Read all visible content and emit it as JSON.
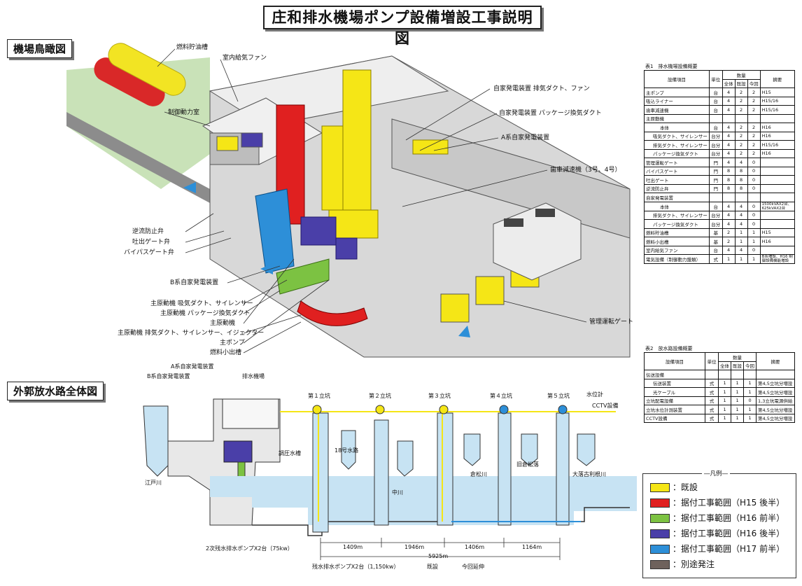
{
  "title": "庄和排水機場ポンプ設備増設工事説明図",
  "sections": {
    "birdseye": "機場鳥瞰図",
    "outfall": "外郭放水路全体図"
  },
  "birdseye_labels": {
    "fuel_tank": "燃料貯油槽",
    "vent_fan": "室内給気ファン",
    "control_room": "制御動力室",
    "gen_exhaust": "自家発電装置 排気ダクト、ファン",
    "gen_package": "自家発電装置 パッケージ換気ダクト",
    "gen_a": "A系自家発電装置",
    "reducer": "歯車減速機（3号、4号）",
    "check_valve": "逆流防止弁",
    "discharge_gate": "吐出ゲート弁",
    "bypass_gate": "バイパスゲート弁",
    "gen_b": "B系自家発電装置",
    "engine_intake": "主原動機 吸気ダクト、サイレンサー",
    "engine_package": "主原動機 パッケージ換気ダクト",
    "main_engine": "主原動機",
    "engine_exhaust": "主原動機 排気ダクト、サイレンサー、イジェクター",
    "main_pump": "主ポンプ",
    "fuel_small": "燃料小出槽",
    "mgmt_gate": "管理運転ゲート"
  },
  "table1": {
    "caption": "表1　排水機場設備概要",
    "headers": {
      "item": "設備項目",
      "unit": "単位",
      "qty": "数量",
      "total": "全体",
      "existing": "既設",
      "current": "今回",
      "remarks": "摘要"
    },
    "rows": [
      {
        "item": "主ポンプ",
        "indent": 0,
        "unit": "台",
        "total": "4",
        "existing": "2",
        "current": "2",
        "remarks": "H15"
      },
      {
        "item": "吸込ライナー",
        "indent": 0,
        "unit": "台",
        "total": "4",
        "existing": "2",
        "current": "2",
        "remarks": "H15/16"
      },
      {
        "item": "歯車減速機",
        "indent": 0,
        "unit": "台",
        "total": "4",
        "existing": "2",
        "current": "2",
        "remarks": "H15/16"
      },
      {
        "item": "主原動機",
        "indent": 0,
        "unit": "",
        "total": "",
        "existing": "",
        "current": "",
        "remarks": ""
      },
      {
        "item": "本体",
        "indent": 2,
        "unit": "台",
        "total": "4",
        "existing": "2",
        "current": "2",
        "remarks": "H16"
      },
      {
        "item": "吸気ダクト、サイレンサー",
        "indent": 1,
        "unit": "台分",
        "total": "4",
        "existing": "2",
        "current": "2",
        "remarks": "H16"
      },
      {
        "item": "排気ダクト、サイレンサー",
        "indent": 1,
        "unit": "台分",
        "total": "4",
        "existing": "2",
        "current": "2",
        "remarks": "H15/16"
      },
      {
        "item": "パッケージ換気ダクト",
        "indent": 1,
        "unit": "台分",
        "total": "4",
        "existing": "2",
        "current": "2",
        "remarks": "H16"
      },
      {
        "item": "管理運転ゲート",
        "indent": 0,
        "unit": "門",
        "total": "4",
        "existing": "4",
        "current": "0",
        "remarks": ""
      },
      {
        "item": "バイパスゲート",
        "indent": 0,
        "unit": "門",
        "total": "8",
        "existing": "8",
        "current": "0",
        "remarks": ""
      },
      {
        "item": "吐出ゲート",
        "indent": 0,
        "unit": "門",
        "total": "8",
        "existing": "8",
        "current": "0",
        "remarks": ""
      },
      {
        "item": "逆流防止弁",
        "indent": 0,
        "unit": "門",
        "total": "8",
        "existing": "8",
        "current": "0",
        "remarks": ""
      },
      {
        "item": "自家発電装置",
        "indent": 0,
        "unit": "",
        "total": "",
        "existing": "",
        "current": "",
        "remarks": ""
      },
      {
        "item": "本体",
        "indent": 2,
        "unit": "台",
        "total": "4",
        "existing": "4",
        "current": "0",
        "remarks": "1500kVAX2台、625kVAX2台"
      },
      {
        "item": "排気ダクト、サイレンサー",
        "indent": 1,
        "unit": "台分",
        "total": "4",
        "existing": "4",
        "current": "0",
        "remarks": ""
      },
      {
        "item": "パッケージ換気ダクト",
        "indent": 1,
        "unit": "台分",
        "total": "4",
        "existing": "4",
        "current": "0",
        "remarks": ""
      },
      {
        "item": "燃料貯油槽",
        "indent": 0,
        "unit": "基",
        "total": "2",
        "existing": "1",
        "current": "1",
        "remarks": "H15"
      },
      {
        "item": "燃料小出槽",
        "indent": 0,
        "unit": "基",
        "total": "2",
        "existing": "1",
        "current": "1",
        "remarks": "H16"
      },
      {
        "item": "室内給気ファン",
        "indent": 0,
        "unit": "台",
        "total": "4",
        "existing": "4",
        "current": "0",
        "remarks": ""
      },
      {
        "item": "電気設備（制御動力盤類）",
        "indent": 0,
        "unit": "式",
        "total": "1",
        "existing": "1",
        "current": "1",
        "remarks": "B系増設、H16 制御設備機能増設"
      }
    ]
  },
  "table2": {
    "caption": "表2　放水路設備概要",
    "headers": {
      "item": "設備項目",
      "unit": "単位",
      "qty": "数量",
      "total": "全体",
      "existing": "既設",
      "current": "今回",
      "remarks": "摘要"
    },
    "rows": [
      {
        "item": "伝送設備",
        "indent": 0,
        "unit": "",
        "total": "",
        "existing": "",
        "current": "",
        "remarks": ""
      },
      {
        "item": "伝送装置",
        "indent": 1,
        "unit": "式",
        "total": "1",
        "existing": "1",
        "current": "1",
        "remarks": "第4,5立坑分増設"
      },
      {
        "item": "光ケーブル",
        "indent": 1,
        "unit": "式",
        "total": "1",
        "existing": "1",
        "current": "1",
        "remarks": "第4,5立坑分増設"
      },
      {
        "item": "立坑配電設備",
        "indent": 0,
        "unit": "式",
        "total": "1",
        "existing": "1",
        "current": "0",
        "remarks": "1,3立坑電源供給"
      },
      {
        "item": "立坑水位計測装置",
        "indent": 0,
        "unit": "式",
        "total": "1",
        "existing": "1",
        "current": "1",
        "remarks": "第4,5立坑分増設"
      },
      {
        "item": "CCTV設備",
        "indent": 0,
        "unit": "式",
        "total": "1",
        "existing": "1",
        "current": "1",
        "remarks": "第4,5立坑分増設"
      }
    ]
  },
  "outfall_labels": {
    "gen_a": "A系自家発電装置",
    "gen_b": "B系自家発電装置",
    "pump_station": "排水機場",
    "edogawa": "江戸川",
    "surge_tank": "調圧水槽",
    "shaft1": "第１立坑",
    "shaft2": "第２立坑",
    "shaft3": "第３立坑",
    "shaft4": "第４立坑",
    "shaft5": "第５立坑",
    "water_gauge": "水位計",
    "cctv": "CCTV設備",
    "ch18": "18号水路",
    "nakagawa": "中川",
    "kuramatsu": "倉松川",
    "old_kuramatsu": "旧倉松落",
    "otoshi_tone": "大落古利根川",
    "residual_pump2": "2次残水排水ポンプX2台（75kw）",
    "residual_pump": "残水排水ポンプX2台（1,150kw）",
    "existing": "既設",
    "extension": "今回延伸",
    "dim1": "1409m",
    "dim2": "1946m",
    "dim3": "1406m",
    "dim4": "1164m",
    "dim_total": "5925m"
  },
  "legend": {
    "title": "凡例",
    "items": [
      {
        "color": "#f5e616",
        "label": "：既設"
      },
      {
        "color": "#e02020",
        "label": "：据付工事範囲（H15 後半）"
      },
      {
        "color": "#7cc242",
        "label": "：据付工事範囲（H16 前半）"
      },
      {
        "color": "#4a3fa8",
        "label": "：据付工事範囲（H16 後半）"
      },
      {
        "color": "#2d8fd8",
        "label": "：据付工事範囲（H17 前半）"
      },
      {
        "color": "#6e625c",
        "label": "：別途発注"
      }
    ]
  }
}
